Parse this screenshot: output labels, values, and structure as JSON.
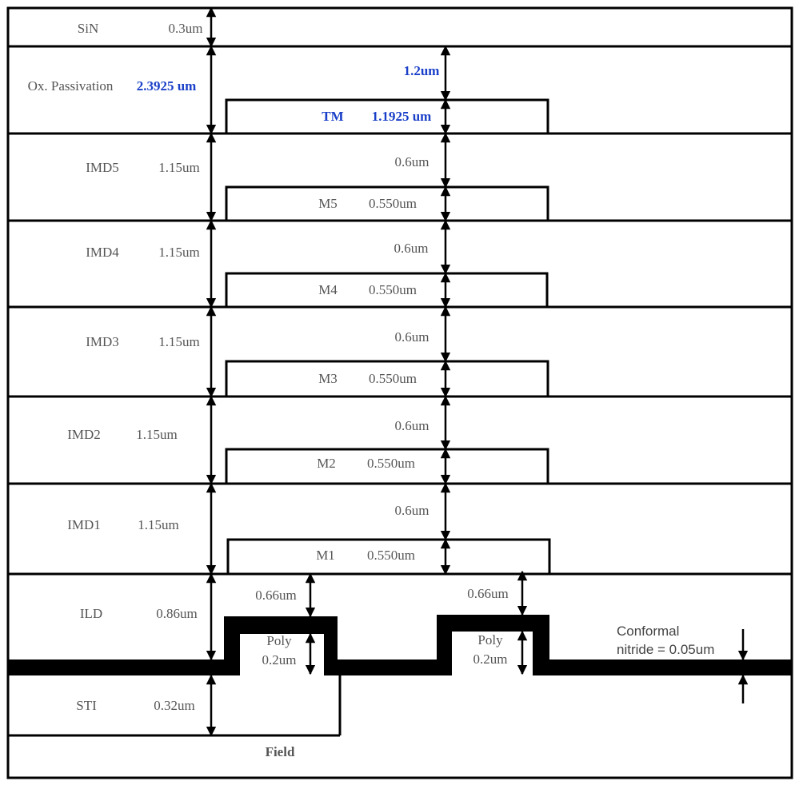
{
  "layers": {
    "sin": {
      "name": "SiN",
      "thickness": "0.3um"
    },
    "passivation": {
      "name": "Ox. Passivation",
      "thickness": "2.3925 um",
      "spacing": "1.2um",
      "metal": "TM",
      "metal_thickness": "1.1925 um"
    },
    "imd5": {
      "name": "IMD5",
      "thickness": "1.15um",
      "spacing": "0.6um",
      "metal": "M5",
      "metal_thickness": "0.550um"
    },
    "imd4": {
      "name": "IMD4",
      "thickness": "1.15um",
      "spacing": "0.6um",
      "metal": "M4",
      "metal_thickness": "0.550um"
    },
    "imd3": {
      "name": "IMD3",
      "thickness": "1.15um",
      "spacing": "0.6um",
      "metal": "M3",
      "metal_thickness": "0.550um"
    },
    "imd2": {
      "name": "IMD2",
      "thickness": "1.15um",
      "spacing": "0.6um",
      "metal": "M2",
      "metal_thickness": "0.550um"
    },
    "imd1": {
      "name": "IMD1",
      "thickness": "1.15um",
      "spacing": "0.6um",
      "metal": "M1",
      "metal_thickness": "0.550um"
    },
    "ild": {
      "name": "ILD",
      "thickness": "0.86um",
      "spacing_left": "0.66um",
      "spacing_right": "0.66um"
    },
    "poly_left": {
      "name": "Poly",
      "thickness": "0.2um"
    },
    "poly_right": {
      "name": "Poly",
      "thickness": "0.2um"
    },
    "nitride": {
      "line1": "Conformal",
      "line2": "nitride = 0.05um"
    },
    "sti": {
      "name": "STI",
      "thickness": "0.32um"
    },
    "field": {
      "name": "Field"
    }
  },
  "colors": {
    "highlight": "#1a3fc8",
    "label": "#555555"
  }
}
